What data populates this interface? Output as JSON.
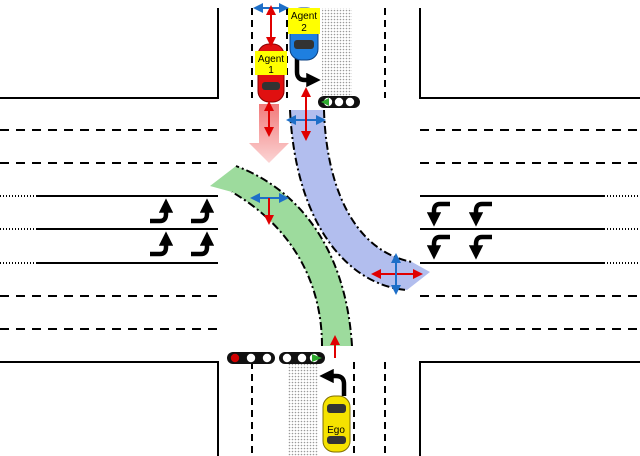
{
  "agents": [
    {
      "label_line1": "Agent",
      "label_line2": "1",
      "color": "#e01010"
    },
    {
      "label_line1": "Agent",
      "label_line2": "2",
      "color": "#1e7fe0"
    }
  ],
  "ego": {
    "label": "Ego",
    "color": "#f5e200"
  },
  "colors": {
    "label_bg": "#ffff00",
    "arrow_red": "#e00000",
    "arrow_blue": "#1e6fc8",
    "ego_path": "#7ccf7c",
    "agent2_path": "#98a8e8",
    "agent1_path": "#f48a8a",
    "lane_arrow": "#000000",
    "signal_green": "#2ea82e",
    "signal_red": "#d00000"
  },
  "icons": {
    "lane_arrows_west": [
      "left-turn-arrow",
      "left-turn-arrow",
      "straight-left-arrow",
      "straight-left-arrow"
    ],
    "lane_arrows_east": [
      "left-turn-arrow",
      "left-turn-arrow",
      "straight-left-arrow",
      "straight-left-arrow"
    ],
    "traffic_lights": [
      "traffic-light-ego-left-green",
      "traffic-light-ego-straight-red",
      "traffic-light-north-green"
    ]
  }
}
